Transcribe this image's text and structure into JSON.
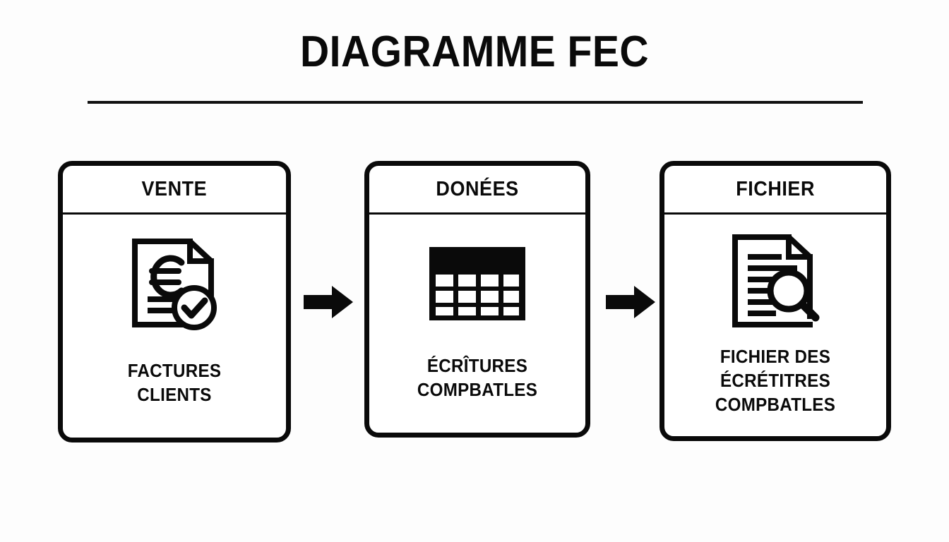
{
  "page": {
    "title": "DIAGRAMME FEC",
    "background_color": "#fdfdfd",
    "ink_color": "#0a0a0a"
  },
  "flow": {
    "steps": [
      {
        "header": "VENTE",
        "icon": "invoice-euro-check-icon",
        "caption_lines": [
          "FACTURES",
          "CLIENTS"
        ]
      },
      {
        "header": "DONÉES",
        "icon": "data-table-icon",
        "caption_lines": [
          "ÉCRÎTURES",
          "COMPBATLES"
        ]
      },
      {
        "header": "FICHIER",
        "icon": "document-magnifier-icon",
        "caption_lines": [
          "FICHIER DES",
          "ÉCRÉTITRES",
          "COMPBATLES"
        ]
      }
    ],
    "connectors": [
      {
        "name": "arrow-right-icon"
      },
      {
        "name": "arrow-right-icon"
      }
    ]
  }
}
